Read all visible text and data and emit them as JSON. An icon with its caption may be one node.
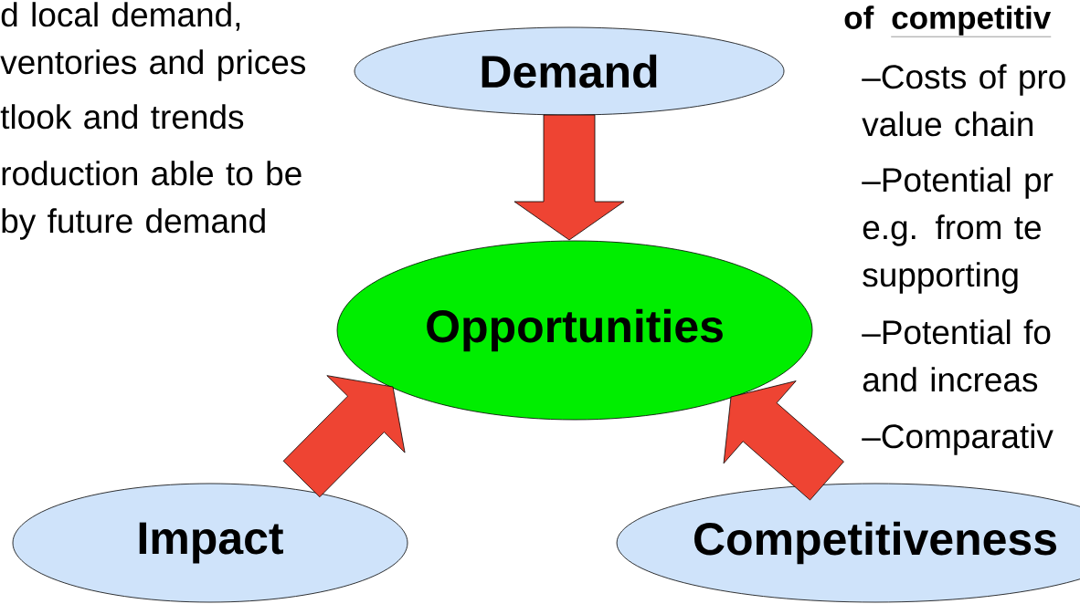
{
  "diagram": {
    "nodes": [
      {
        "text": [
          "Demand"
        ]
      },
      {
        "text": [
          "Opportunities"
        ]
      },
      {
        "text": [
          "Impact"
        ]
      },
      {
        "text": [
          "Competitiveness"
        ]
      }
    ],
    "edges": [
      {
        "from": 0,
        "to": 1,
        "arrow": "to"
      },
      {
        "from": 2,
        "to": 1,
        "arrow": "to"
      },
      {
        "from": 3,
        "to": 1,
        "arrow": "to"
      }
    ],
    "labels": [
      "d local demand, ventories and prices",
      "tlook and trends",
      "roduction able to be by future demand",
      "of",
      "competitiv",
      "–Costs of pro value chain",
      "–Potential pr e.g. from te supporting",
      "–Potential fo and increas",
      "–Comparativ"
    ]
  }
}
